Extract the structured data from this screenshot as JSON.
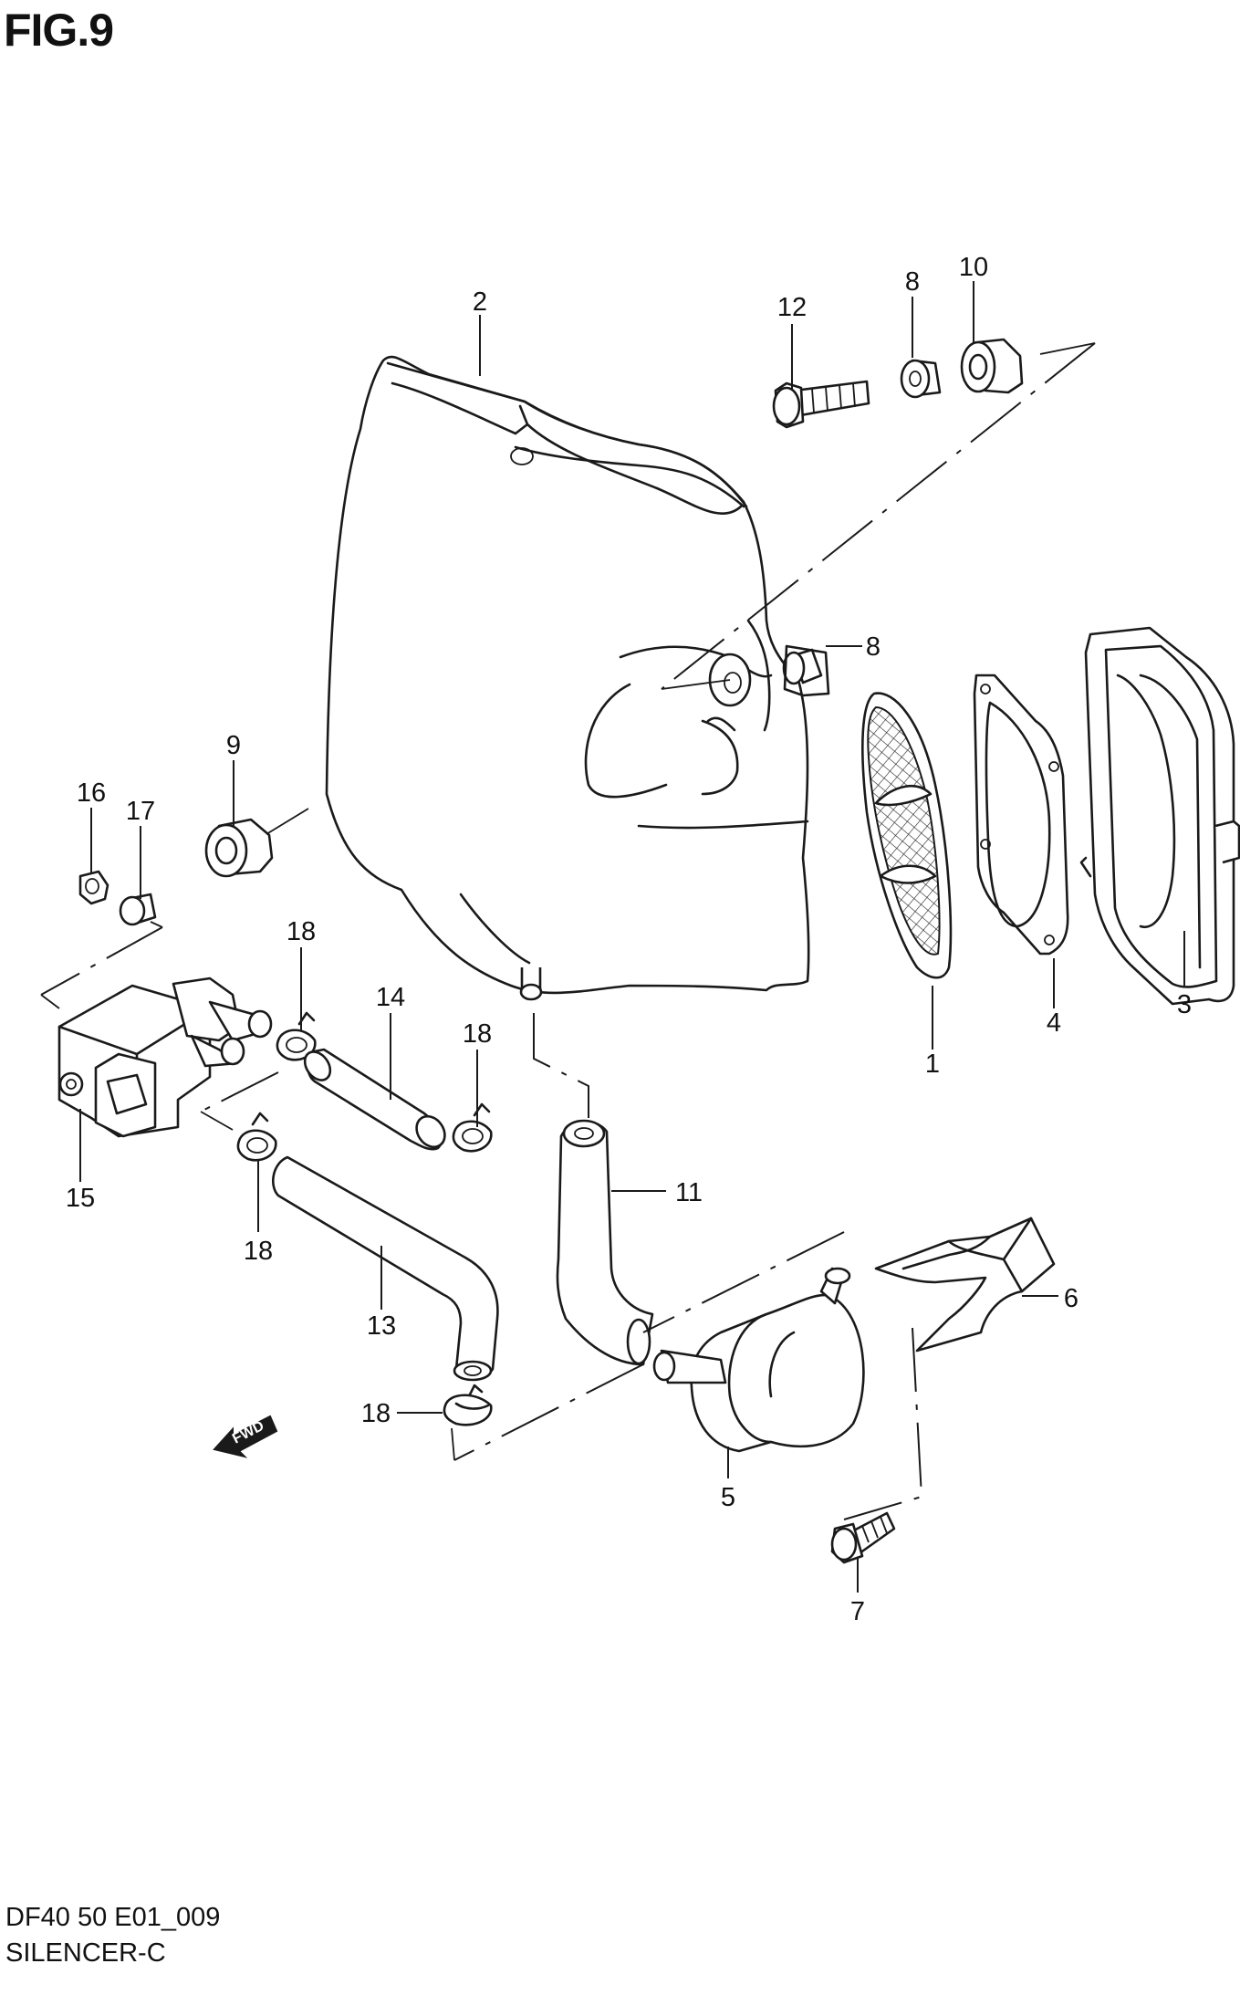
{
  "figure": {
    "title": "FIG.9",
    "model_code": "DF40 50 E01_009",
    "section_name": "SILENCER-C"
  },
  "direction_marker": {
    "label": "FWD"
  },
  "callouts": {
    "c1": "1",
    "c2": "2",
    "c3": "3",
    "c4": "4",
    "c5": "5",
    "c6": "6",
    "c7": "7",
    "c8a": "8",
    "c8b": "8",
    "c9": "9",
    "c10": "10",
    "c11": "11",
    "c12": "12",
    "c13": "13",
    "c14": "14",
    "c15": "15",
    "c16": "16",
    "c17": "17",
    "c18a": "18",
    "c18b": "18",
    "c18c": "18",
    "c18d": "18"
  }
}
